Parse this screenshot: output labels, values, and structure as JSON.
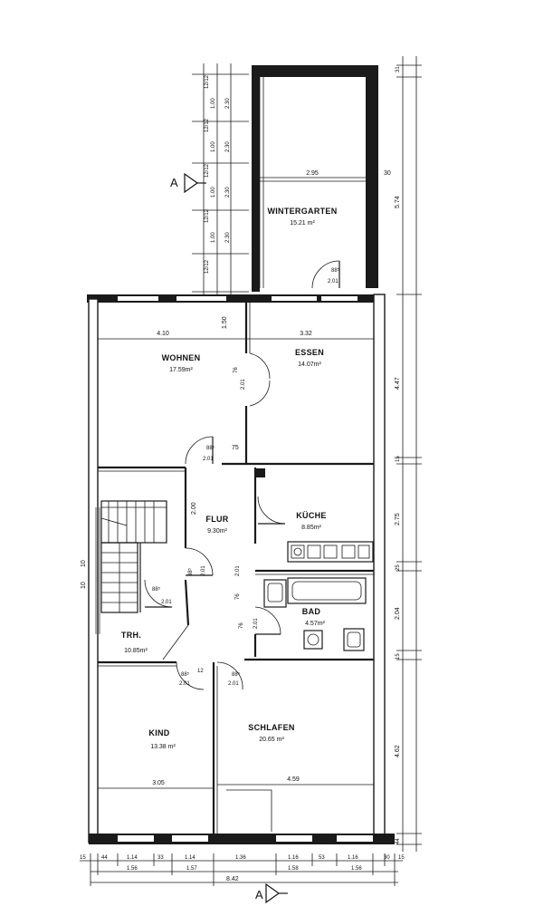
{
  "rooms": {
    "wintergarten": {
      "name": "WINTERGARTEN",
      "area": "15.21 m²"
    },
    "wohnen": {
      "name": "WOHNEN",
      "area": "17.59m²"
    },
    "essen": {
      "name": "ESSEN",
      "area": "14.07m²"
    },
    "flur": {
      "name": "FLUR",
      "area": "9.30m²"
    },
    "kuche": {
      "name": "KÜCHE",
      "area": "8.85m²"
    },
    "bad": {
      "name": "BAD",
      "area": "4.57m²"
    },
    "trh": {
      "name": "TRH.",
      "area": "10.85m²"
    },
    "kind": {
      "name": "KIND",
      "area": "13.38 m²"
    },
    "schlafen": {
      "name": "SCHLAFEN",
      "area": "20.65 m²"
    }
  },
  "section_marks": {
    "top": "A",
    "bottom": "A"
  },
  "dimensions": {
    "inner": {
      "wg_width": "2.95",
      "wg_wall": "30",
      "wohnen_width": "4.10",
      "wohnen_gap": "1.50",
      "essen_width": "3.32",
      "kind_width": "3.05",
      "schlafen_width": "4.59",
      "door_75": "75",
      "flur_door": "2.00"
    },
    "door_labels": {
      "wg_w": "88⁵",
      "wg_h": "2.01",
      "wohnen_w": "88⁵",
      "wohnen_h": "2.01",
      "double_w": "76",
      "double_h": "2.01",
      "trh_w": "88⁵",
      "trh_h": "2.01",
      "kind_w": "88⁵",
      "kind_h": "2.01",
      "schlafen_w": "88⁵",
      "schlafen_h": "2.01",
      "flur_w": "88⁵",
      "flur_h": "2.01",
      "bad_w": "76",
      "bad_h": "2.01",
      "kuche_w": "76",
      "kuche_h": "2.01",
      "small_12": "12"
    },
    "left_stack": [
      "12/12",
      "1.00",
      "2.30",
      "12/12",
      "1.00",
      "2.30",
      "12/12",
      "1.00",
      "2.30",
      "12/12",
      "1.00",
      "2.30",
      "12/12"
    ],
    "right_chain": [
      "31",
      "5.74",
      "4.47",
      "15",
      "2.75",
      "25",
      "2.04",
      "15",
      "4.62",
      "44"
    ],
    "bottom_row1": [
      "15",
      "44",
      "1.14",
      "33",
      "1.14",
      "1.36",
      "1.16",
      "53",
      "1.16",
      "30",
      "15"
    ],
    "bottom_row2": [
      "1.56",
      "1.57",
      "1.58",
      "1.56"
    ],
    "bottom_total": "8.42",
    "left_marks": [
      "10",
      "10"
    ]
  }
}
